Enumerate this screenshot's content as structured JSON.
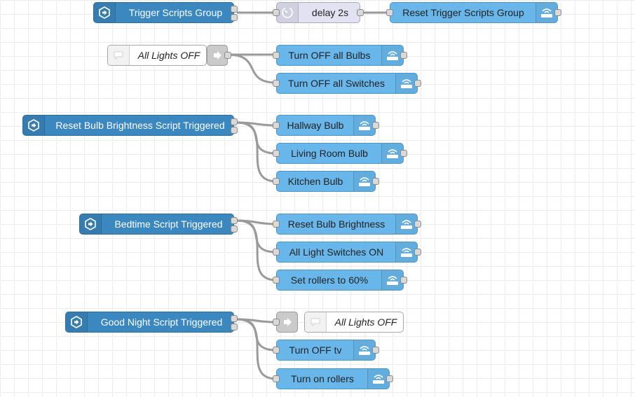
{
  "flow": {
    "group1": {
      "trigger": "Trigger Scripts Group",
      "delay": "delay 2s",
      "reset": "Reset Trigger Scripts Group"
    },
    "group2": {
      "comment": "All Lights OFF",
      "outputs": [
        "Turn OFF all Bulbs",
        "Turn OFF all Switches"
      ]
    },
    "group3": {
      "trigger": "Reset Bulb Brightness Script Triggered",
      "outputs": [
        "Hallway Bulb",
        "Living Room Bulb",
        "Kitchen Bulb"
      ]
    },
    "group4": {
      "trigger": "Bedtime Script Triggered",
      "outputs": [
        "Reset Bulb Brightness",
        "All Light Switches ON",
        "Set rollers to 60%"
      ]
    },
    "group5": {
      "trigger": "Good Night Script Triggered",
      "comment": "All Lights OFF",
      "outputs": [
        "Turn OFF tv",
        "Turn on rollers"
      ]
    }
  },
  "colors": {
    "inject_node": "#3b87bf",
    "service_node": "#69b6ea",
    "delay_node": "#e3e2f3",
    "wire": "#9a9a9a",
    "grid": "#ececec"
  },
  "icons": {
    "inject": "event-trigger-icon",
    "service": "home-assistant-service-icon",
    "delay": "timer-icon",
    "comment": "comment-bubble-icon",
    "link": "link-out-icon"
  }
}
